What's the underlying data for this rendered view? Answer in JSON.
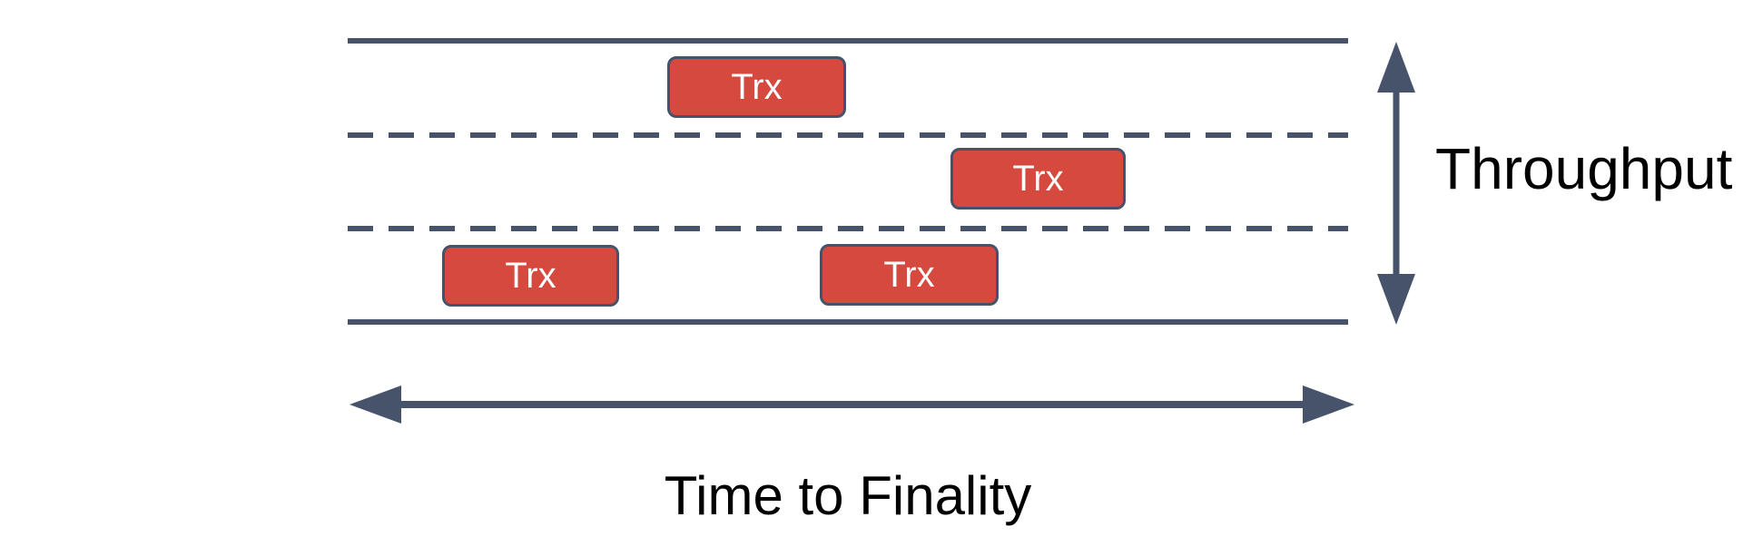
{
  "diagram": {
    "description": "Road-lane diagram showing transactions (Trx) travelling in three lanes; vertical axis is Throughput, horizontal axis is Time to Finality",
    "road": {
      "lanes": 3,
      "edge_style": "solid",
      "divider_style": "dashed"
    },
    "transactions": [
      {
        "label": "Trx",
        "lane": 1
      },
      {
        "label": "Trx",
        "lane": 2
      },
      {
        "label": "Trx",
        "lane": 3
      },
      {
        "label": "Trx",
        "lane": 3
      }
    ],
    "labels": {
      "vertical": "Throughput",
      "horizontal": "Time to Finality"
    },
    "colors": {
      "stroke": "#46536A",
      "trx_fill": "#D6493E",
      "trx_border": "#44536B",
      "trx_text": "#FFFFFF",
      "label_text": "#000000",
      "background": "#FFFFFF"
    }
  }
}
